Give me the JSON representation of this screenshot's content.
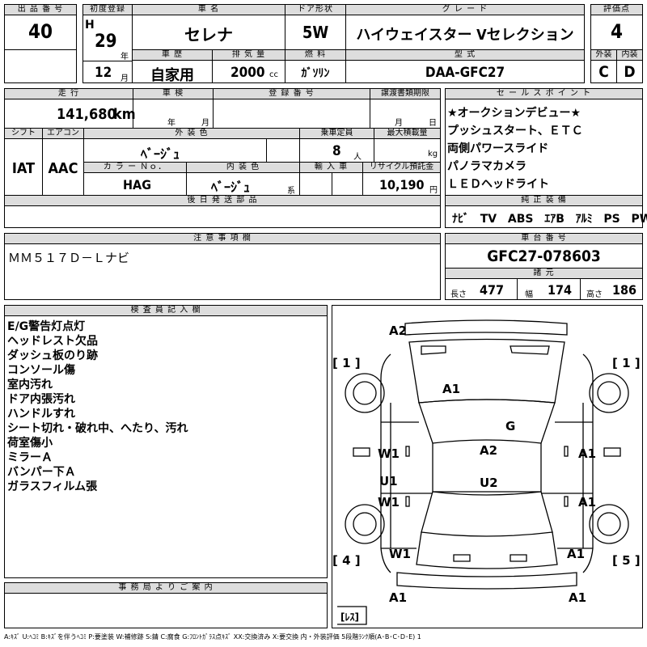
{
  "headers": {
    "lot_number": "出 品 番 号",
    "first_registration": "初度登録",
    "car_name": "車 名",
    "door_type": "ドア形状",
    "grade": "グ レ ー ド",
    "rating": "評価点",
    "car_history": "車 歴",
    "displacement": "排 気 量",
    "fuel": "燃 料",
    "model": "型 式",
    "exterior": "外装",
    "interior": "内装",
    "mileage": "走 行",
    "inspection": "車 検",
    "registration_no": "登 録 番 号",
    "transfer_deadline": "譲渡書類期限",
    "sales_point": "セ ー ル ス ポ イ ン ト",
    "shift": "シフト",
    "aircon": "エアコン",
    "exterior_color": "外 装 色",
    "capacity": "乗車定員",
    "max_load": "最大積載量",
    "color_no": "カ ラ ー Ｎｏ．",
    "interior_color": "内 装 色",
    "import": "輸 入 車",
    "recycle": "リサイクル預託金",
    "later_parts": "後 日 発 送 部 品",
    "genuine_equipment": "純 正 装 備",
    "notes": "注 意 事 項 欄",
    "chassis_number": "車 台 番 号",
    "dimensions": "諸 元",
    "inspector": "検 査 員 記 入 欄",
    "office": "事 務 局 よ り ご 案 内"
  },
  "vehicle": {
    "lot_number": "40",
    "era": "H",
    "year": "29",
    "year_unit": "年",
    "month": "12",
    "month_unit": "月",
    "name": "セレナ",
    "door": "5W",
    "grade": "ハイウェイスター Vセレクション",
    "rating": "4",
    "history": "自家用",
    "displacement": "2000",
    "displacement_unit": "cc",
    "fuel": "ｶﾞｿﾘﾝ",
    "model": "DAA-GFC27",
    "exterior_grade": "C",
    "interior_grade": "D",
    "mileage": "141,680",
    "mileage_unit": "km",
    "inspection_year_unit": "年",
    "inspection_month_unit": "月",
    "transfer_month_unit": "月",
    "transfer_day_unit": "日",
    "shift": "IAT",
    "aircon": "AAC",
    "exterior_color": "ﾍﾞｰｼﾞｭ",
    "capacity": "8",
    "capacity_unit": "人",
    "max_load_unit": "kg",
    "color_no": "HAG",
    "interior_color": "ﾍﾞｰｼﾞｭ",
    "interior_suffix": "系",
    "recycle": "10,190",
    "recycle_unit": "円",
    "chassis_number": "GFC27-078603",
    "length_label": "長さ",
    "length": "477",
    "width_label": "幅",
    "width": "174",
    "height_label": "高さ",
    "height": "186"
  },
  "sales_points": [
    "★オークションデビュー★",
    "プッシュスタート、ＥＴＣ",
    "両側パワースライド",
    "パノラマカメラ",
    "ＬＥＤヘッドライト"
  ],
  "equipment": [
    "ﾅﾋﾞ",
    "TV",
    "ABS",
    "ｴｱB",
    "ｱﾙﾐ",
    "PS",
    "PW"
  ],
  "notes_text": "ＭＭ５１７Ｄ－Ｌナビ",
  "inspector_notes": [
    "E/G警告灯点灯",
    "ヘッドレスト欠品",
    "ダッシュ板のり跡",
    "コンソール傷",
    "室内汚れ",
    "ドア内張汚れ",
    "ハンドルすれ",
    "シート切れ・破れ中、へたり、汚れ",
    "荷室傷小",
    "ミラーＡ",
    "バンパー下Ａ",
    "ガラスフィルム張"
  ],
  "diagram": {
    "front_bumper": "A2",
    "hood": "A1",
    "windshield": "G",
    "roof_front": "A2",
    "roof_rear": "U2",
    "left_front_door": "W1",
    "left_rear_door": "W1",
    "left_pillar": "U1",
    "left_rear_fender": "W1",
    "right_front_door": "A1",
    "right_rear_door": "A1",
    "right_rear_fender": "A1",
    "rear_left": "A1",
    "rear_right": "A1",
    "tire_fl": "[ 1 ]",
    "tire_fr": "[ 1 ]",
    "tire_rl": "[ 4 ]",
    "tire_rr": "[ 5 ]",
    "spare": "[ﾚｽ]"
  },
  "legend": "A:ｷｽﾞ U:ﾍｺﾐ B:ｷｽﾞを伴うﾍｺﾐ P:要塗装 W:補修跡 S:錆 C:腐食 G:ﾌﾛﾝﾄｶﾞﾗｽ点ｷｽﾞ XX:交換済み X:要交換 内・外装評価 5段階ﾗﾝｸ順(A･B･C･D･E) 1"
}
